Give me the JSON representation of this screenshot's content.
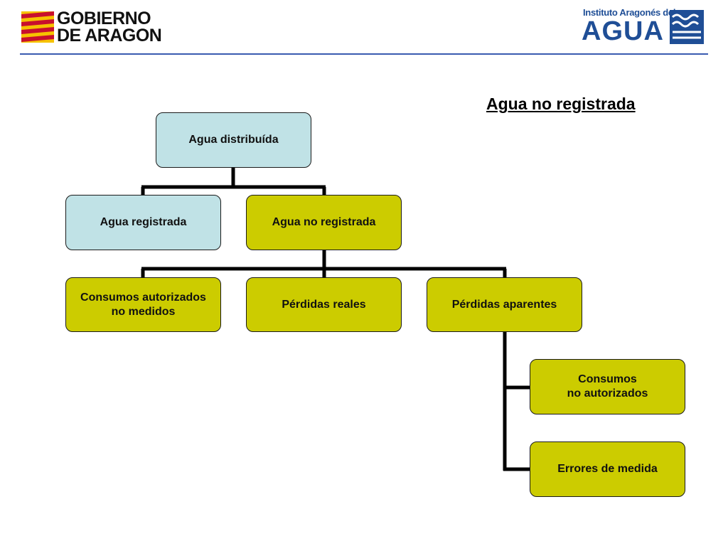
{
  "header": {
    "gobierno_logo": {
      "line1": "GOBIERNO",
      "line2": "DE ARAGON",
      "colors": {
        "red": "#c8102e",
        "yellow": "#f6c200"
      }
    },
    "agua_logo": {
      "small_text": "Instituto Aragonés del",
      "big_text": "AGUA",
      "color": "#1f4e96"
    },
    "rule_color": "#3a5bb0"
  },
  "title": "Agua no registrada",
  "diagram": {
    "colors": {
      "level_top": "#c0e2e6",
      "level_detail": "#cccc00",
      "connector": "#000000"
    },
    "nodes": {
      "agua_distribuida": "Agua distribuída",
      "agua_registrada": "Agua registrada",
      "agua_no_registrada": "Agua no registrada",
      "consumos_autorizados": "Consumos autorizados\nno medidos",
      "perdidas_reales": "Pérdidas reales",
      "perdidas_aparentes": "Pérdidas aparentes",
      "consumos_no_autorizados": "Consumos\nno autorizados",
      "errores_medida": "Errores de medida"
    },
    "edges": [
      [
        "agua_distribuida",
        "agua_registrada"
      ],
      [
        "agua_distribuida",
        "agua_no_registrada"
      ],
      [
        "agua_no_registrada",
        "consumos_autorizados"
      ],
      [
        "agua_no_registrada",
        "perdidas_reales"
      ],
      [
        "agua_no_registrada",
        "perdidas_aparentes"
      ],
      [
        "perdidas_aparentes",
        "consumos_no_autorizados"
      ],
      [
        "perdidas_aparentes",
        "errores_medida"
      ]
    ]
  }
}
